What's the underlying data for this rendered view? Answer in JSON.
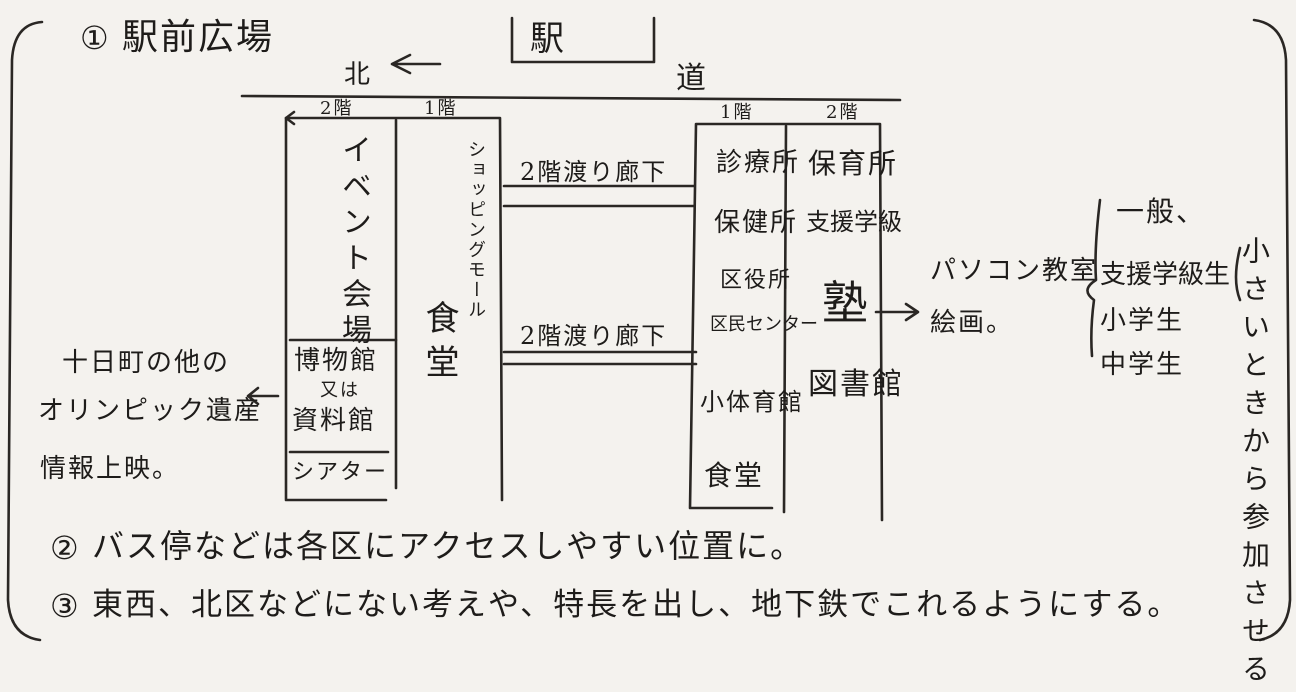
{
  "notes": {
    "n1_number": "①",
    "n1_text": "駅前広場",
    "n2_number": "②",
    "n2_text": "バス停などは各区にアクセスしやすい位置に。",
    "n3_number": "③",
    "n3_text": "東西、北区などにない考えや、特長を出し、地下鉄でこれるようにする。"
  },
  "map": {
    "station": "駅",
    "north": "北",
    "road": "道",
    "west_building": {
      "floor2_label": "2階",
      "floor1_label": "1階",
      "event_hall": "イベント会場",
      "shopping_mall": "ショッピングモール",
      "cafeteria": "食堂",
      "museum_line1": "博物館",
      "museum_line2": "又は",
      "museum_line3": "資料館",
      "theater": "シアター"
    },
    "corridor_upper": "2階渡り廊下",
    "corridor_lower": "2階渡り廊下",
    "east_building": {
      "floor1_label": "1階",
      "floor2_label": "2階",
      "clinic": "診療所",
      "health_center": "保健所",
      "ward_office": "区役所",
      "community_center": "区民センター",
      "gymnasium": "小体育館",
      "cafeteria": "食堂",
      "nursery": "保育所",
      "support_center": "支援学級",
      "juku": "塾",
      "library": "図書館"
    },
    "west_annotation": {
      "line1": "十日町の他の",
      "line2": "オリンピック遺産",
      "line3": "情報上映。"
    },
    "east_annotation": {
      "line1": "パソコン教室",
      "line2": "絵画。"
    },
    "participants": {
      "general": "一般、",
      "support_students": "支援学級生",
      "elementary": "小学生",
      "middle": "中学生"
    },
    "vertical_note": "小さいときから参加させる"
  }
}
